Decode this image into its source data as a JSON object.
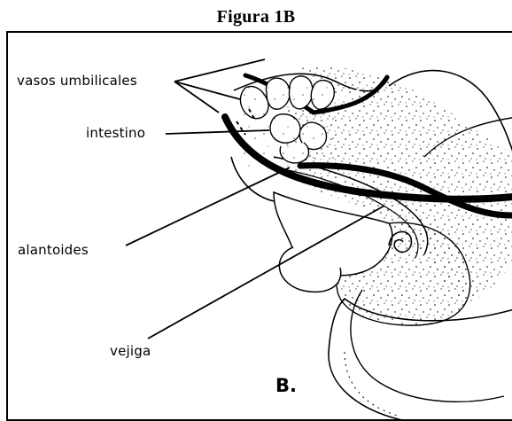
{
  "figure": {
    "title": "Figura 1B",
    "panel_letter": "B."
  },
  "labels": {
    "vasos_umbilicales": "vasos umbilicales",
    "intestino": "intestino",
    "alantoides": "alantoides",
    "vejiga": "vejiga"
  }
}
